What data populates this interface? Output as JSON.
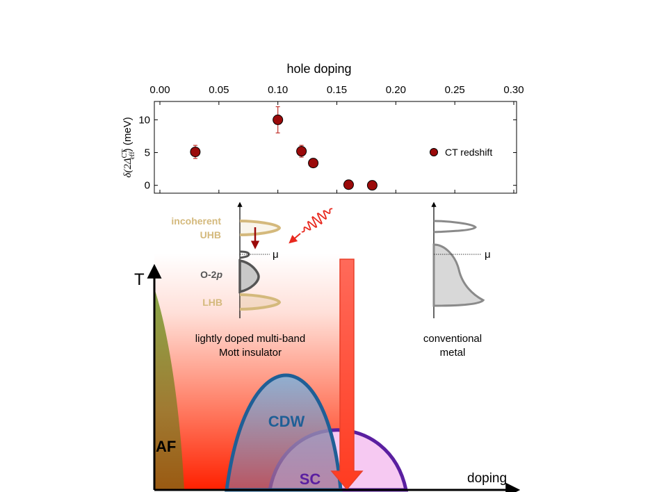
{
  "chart_data": {
    "type": "scatter",
    "title": "",
    "xlabel": "hole doping",
    "ylabel_prefix": "δ(2Δ",
    "ylabel_sup": "CT",
    "ylabel_sub": "eff",
    "ylabel_suffix": ")  (meV)",
    "xlim": [
      0.0,
      0.3
    ],
    "ylim": [
      -1.2,
      12.8
    ],
    "x_ticks": [
      "0.00",
      "0.05",
      "0.10",
      "0.15",
      "0.20",
      "0.25",
      "0.30"
    ],
    "y_ticks": [
      "0",
      "5",
      "10"
    ],
    "legend": "right",
    "series": [
      {
        "name": "CT redshift",
        "color": "#9b0a0a",
        "x": [
          0.03,
          0.1,
          0.12,
          0.13,
          0.16,
          0.18
        ],
        "y": [
          5.1,
          10.0,
          5.2,
          3.4,
          0.1,
          0.0
        ],
        "yerr": [
          1.0,
          2.0,
          0.9,
          0.0,
          0.0,
          0.0
        ]
      }
    ]
  },
  "diagram": {
    "t_label": "T",
    "doping_label": "doping",
    "af_label": "AF",
    "cdw_label": "CDW",
    "sc_label": "SC",
    "mott_line1": "lightly doped multi-band",
    "mott_line2": "Mott insulator",
    "metal_line1": "conventional",
    "metal_line2": "metal",
    "incoherent_label": "incoherent",
    "uhb_label": "UHB",
    "o2p_label": "O-2",
    "o2p_italic": "p",
    "lhb_label": "LHB",
    "mu_label_left": "μ",
    "mu_label_right": "μ",
    "colors": {
      "band": "#d4b97c",
      "o2p_outline": "#555555",
      "metal_dos": "#8a8a8a",
      "cdw": "#1f5f96",
      "sc": "#5a1fa0",
      "sc_fill": "#f6c9f2",
      "arrow": "#ff3b30",
      "photon": "#e8281e",
      "marker": "#9b0a0a"
    }
  }
}
